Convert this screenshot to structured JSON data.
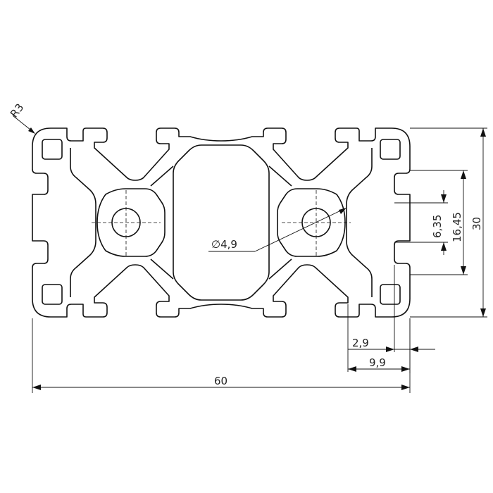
{
  "dimensions": {
    "radius": "R3",
    "hole_diameter": "∅4,9",
    "width": "60",
    "height": "30",
    "slot_depth_outer": "16,45",
    "slot_width": "6,35",
    "lip_thickness": "2,9",
    "slot_offset": "9,9"
  }
}
